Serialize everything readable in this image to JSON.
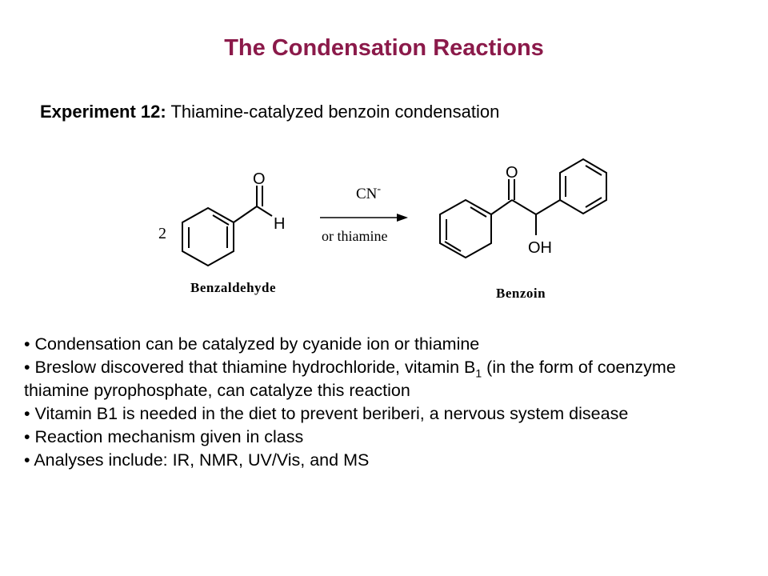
{
  "title": "The Condensation Reactions",
  "experiment": {
    "label": "Experiment 12:",
    "text": "Thiamine-catalyzed benzoin condensation"
  },
  "scheme": {
    "coefficient": "2",
    "reactant_name": "Benzaldehyde",
    "reactant_atoms": {
      "O": "O",
      "H": "H"
    },
    "catalyst_top": "CN",
    "catalyst_top_charge": "-",
    "catalyst_bottom": "or thiamine",
    "product_name": "Benzoin",
    "product_atoms": {
      "O": "O",
      "OH": "OH"
    }
  },
  "bullets": {
    "b1": "• Condensation can be catalyzed by cyanide ion or thiamine",
    "b2_pre": "• Breslow discovered that thiamine hydrochloride, vitamin B",
    "b2_sub": "1",
    "b2_post": " (in the form of coenzyme thiamine pyrophosphate, can catalyze this reaction",
    "b3": "• Vitamin B1 is needed in the diet to prevent beriberi, a nervous system disease",
    "b4": "• Reaction mechanism given in class",
    "b5": "• Analyses include: IR, NMR, UV/Vis, and MS"
  }
}
